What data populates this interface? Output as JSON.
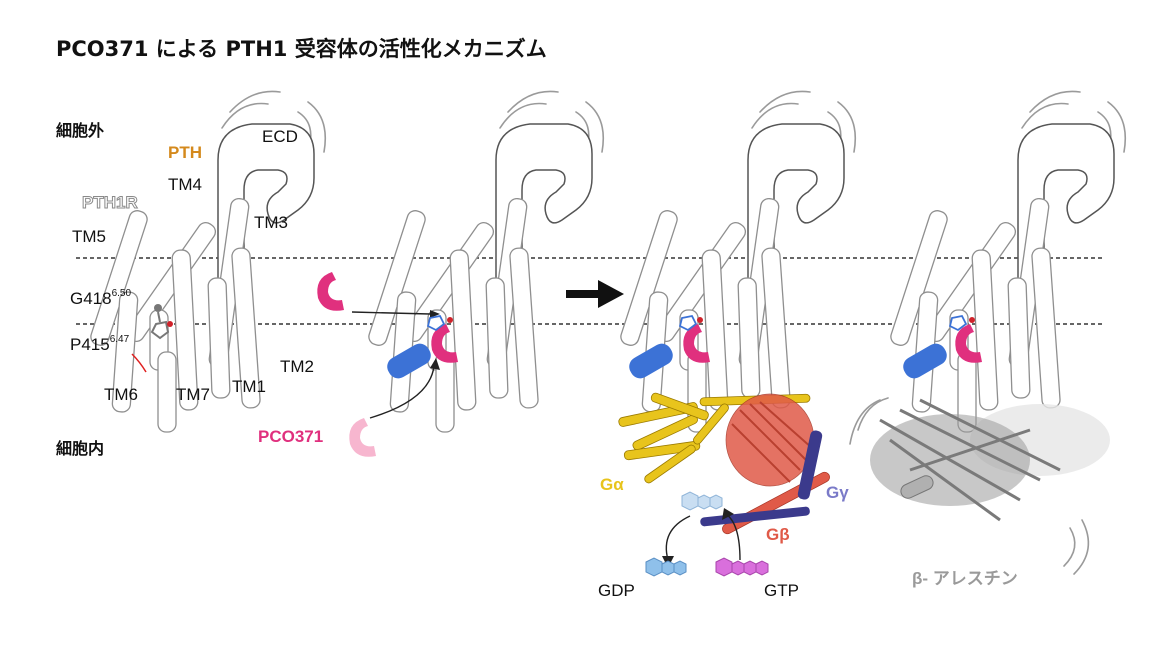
{
  "title": "PCO371 による PTH1 受容体の活性化メカニズム",
  "side_labels": {
    "extracellular": "細胞外",
    "intracellular": "細胞内"
  },
  "receptor_labels": {
    "ecd": "ECD",
    "pth": "PTH",
    "pth1r": "PTH1R",
    "tm1": "TM1",
    "tm2": "TM2",
    "tm3": "TM3",
    "tm4": "TM4",
    "tm5": "TM5",
    "tm6": "TM6",
    "tm7": "TM7",
    "g418": "G418",
    "g418_sup": "6.50",
    "p415": "P415",
    "p415_sup": "6.47"
  },
  "ligand": {
    "pco371": "PCO371"
  },
  "g_protein": {
    "g_alpha": "Gα",
    "g_beta": "Gβ",
    "g_gamma": "Gγ",
    "gdp": "GDP",
    "gtp": "GTP"
  },
  "arrestin": {
    "label": "β- アレスチン"
  },
  "colors": {
    "pth": "#d4891c",
    "pco371": "#e0307e",
    "pco371_light": "#f7b6cf",
    "tm_helix": "#3c72d6",
    "g_alpha": "#e8c41c",
    "g_beta": "#e05a48",
    "g_gamma": "#3b3a8c",
    "gdp": "#8fc0ea",
    "gtp": "#d96fdc",
    "arrestin": "#9a9a9a"
  }
}
